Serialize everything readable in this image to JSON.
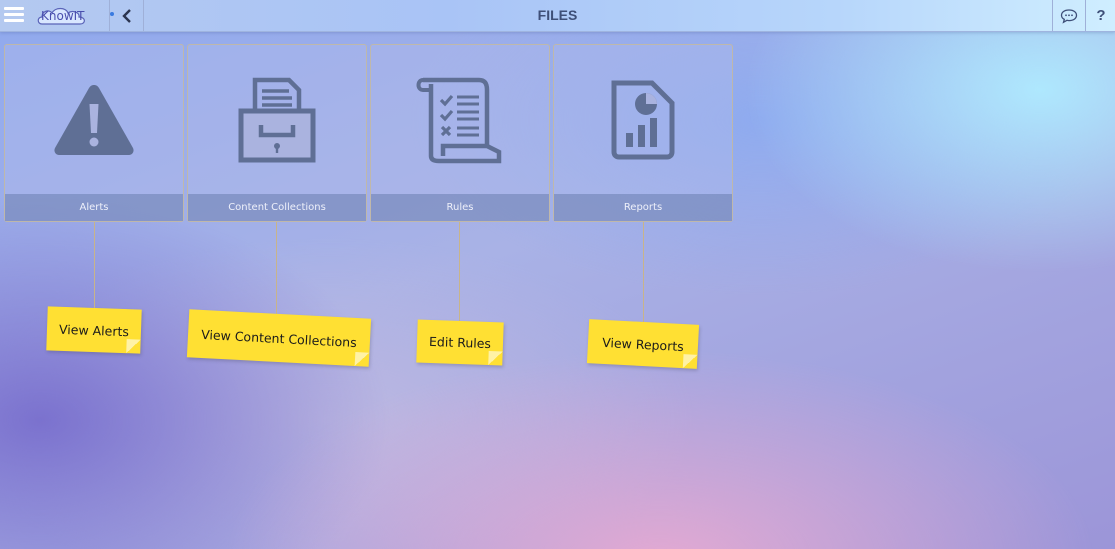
{
  "header": {
    "title": "FILES",
    "logo_text": "KnowIT",
    "menu_icon": "hamburger-icon",
    "back_icon": "chevron-left-icon",
    "chat_icon": "chat-bubble-icon",
    "help_label": "?"
  },
  "tiles": [
    {
      "label": "Alerts",
      "icon": "warning-triangle-icon",
      "note": "View Alerts"
    },
    {
      "label": "Content Collections",
      "icon": "archive-box-icon",
      "note": "View Content Collections"
    },
    {
      "label": "Rules",
      "icon": "checklist-scroll-icon",
      "note": "Edit Rules"
    },
    {
      "label": "Reports",
      "icon": "report-chart-icon",
      "note": "View Reports"
    }
  ],
  "colors": {
    "icon": "#5f6f95",
    "note": "#ffe033",
    "title_text": "#3e4f78"
  }
}
